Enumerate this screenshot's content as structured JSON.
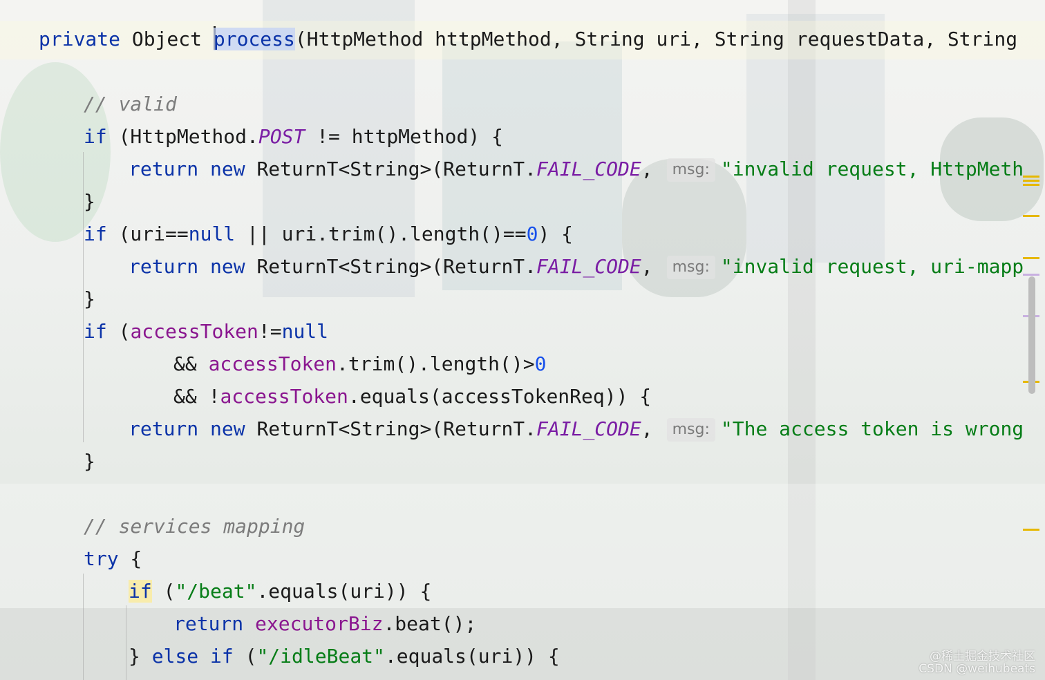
{
  "editor": {
    "lines": [
      {
        "indent": 0,
        "tokens": [
          {
            "t": "private ",
            "c": "kw"
          },
          {
            "t": "Object ",
            "c": ""
          },
          {
            "t": "process",
            "c": "fn hl-proc",
            "caret": true
          },
          {
            "t": "(HttpMethod httpMethod, String uri, String requestData, String acce",
            "c": ""
          }
        ]
      },
      {
        "indent": 0,
        "tokens": []
      },
      {
        "indent": 1,
        "tokens": [
          {
            "t": "// valid",
            "c": "cm"
          }
        ]
      },
      {
        "indent": 1,
        "tokens": [
          {
            "t": "if",
            "c": "kw"
          },
          {
            "t": " (HttpMethod.",
            "c": ""
          },
          {
            "t": "POST",
            "c": "cs"
          },
          {
            "t": " != httpMethod) {",
            "c": ""
          }
        ]
      },
      {
        "indent": 2,
        "tokens": [
          {
            "t": "return new ",
            "c": "kw"
          },
          {
            "t": "ReturnT<String>(ReturnT.",
            "c": ""
          },
          {
            "t": "FAIL_CODE",
            "c": "cs"
          },
          {
            "t": ",",
            "c": ""
          },
          {
            "t": "msg:",
            "c": "hint"
          },
          {
            "t": "\"invalid request, HttpMethod n",
            "c": "st"
          }
        ]
      },
      {
        "indent": 1,
        "tokens": [
          {
            "t": "}",
            "c": ""
          }
        ]
      },
      {
        "indent": 1,
        "tokens": [
          {
            "t": "if",
            "c": "kw"
          },
          {
            "t": " (uri==",
            "c": ""
          },
          {
            "t": "null",
            "c": "kw"
          },
          {
            "t": " || uri.trim().length()==",
            "c": ""
          },
          {
            "t": "0",
            "c": "nm"
          },
          {
            "t": ") {",
            "c": ""
          }
        ]
      },
      {
        "indent": 2,
        "tokens": [
          {
            "t": "return new ",
            "c": "kw"
          },
          {
            "t": "ReturnT<String>(ReturnT.",
            "c": ""
          },
          {
            "t": "FAIL_CODE",
            "c": "cs"
          },
          {
            "t": ",",
            "c": ""
          },
          {
            "t": "msg:",
            "c": "hint"
          },
          {
            "t": "\"invalid request, uri-mapping",
            "c": "st"
          }
        ]
      },
      {
        "indent": 1,
        "tokens": [
          {
            "t": "}",
            "c": ""
          }
        ]
      },
      {
        "indent": 1,
        "tokens": [
          {
            "t": "if",
            "c": "kw"
          },
          {
            "t": " (",
            "c": ""
          },
          {
            "t": "accessToken",
            "c": "fd"
          },
          {
            "t": "!=",
            "c": ""
          },
          {
            "t": "null",
            "c": "kw"
          }
        ]
      },
      {
        "indent": 3,
        "tokens": [
          {
            "t": "&& ",
            "c": ""
          },
          {
            "t": "accessToken",
            "c": "fd"
          },
          {
            "t": ".trim().length()>",
            "c": ""
          },
          {
            "t": "0",
            "c": "nm"
          }
        ]
      },
      {
        "indent": 3,
        "tokens": [
          {
            "t": "&& !",
            "c": ""
          },
          {
            "t": "accessToken",
            "c": "fd"
          },
          {
            "t": ".equals(accessTokenReq)) {",
            "c": ""
          }
        ]
      },
      {
        "indent": 2,
        "tokens": [
          {
            "t": "return new ",
            "c": "kw"
          },
          {
            "t": "ReturnT<String>(ReturnT.",
            "c": ""
          },
          {
            "t": "FAIL_CODE",
            "c": "cs"
          },
          {
            "t": ",",
            "c": ""
          },
          {
            "t": "msg:",
            "c": "hint"
          },
          {
            "t": "\"The access token is wrong.\"",
            "c": "st"
          },
          {
            "t": ");",
            "c": ""
          }
        ]
      },
      {
        "indent": 1,
        "tokens": [
          {
            "t": "}",
            "c": ""
          }
        ]
      },
      {
        "indent": 0,
        "tokens": []
      },
      {
        "indent": 1,
        "tokens": [
          {
            "t": "// services mapping",
            "c": "cm"
          }
        ]
      },
      {
        "indent": 1,
        "tokens": [
          {
            "t": "try",
            "c": "kw"
          },
          {
            "t": " {",
            "c": ""
          }
        ]
      },
      {
        "indent": 2,
        "tokens": [
          {
            "t": "if",
            "c": "kw hl-if"
          },
          {
            "t": " (",
            "c": ""
          },
          {
            "t": "\"/beat\"",
            "c": "st"
          },
          {
            "t": ".equals(uri)) {",
            "c": ""
          }
        ]
      },
      {
        "indent": 3,
        "tokens": [
          {
            "t": "return ",
            "c": "kw"
          },
          {
            "t": "executorBiz",
            "c": "fd"
          },
          {
            "t": ".beat();",
            "c": ""
          }
        ]
      },
      {
        "indent": 2,
        "tokens": [
          {
            "t": "} ",
            "c": ""
          },
          {
            "t": "else if",
            "c": "kw"
          },
          {
            "t": " (",
            "c": ""
          },
          {
            "t": "\"/idleBeat\"",
            "c": "st"
          },
          {
            "t": ".equals(uri)) {",
            "c": ""
          }
        ]
      }
    ]
  },
  "watermark": {
    "line1": "@稀土掘金技术社区",
    "line2": "CSDN @weihubeats"
  },
  "colors": {
    "keyword": "#0b33a8",
    "string": "#067d17",
    "constant": "#7a1da4",
    "field": "#8a168f",
    "number": "#1750eb",
    "comment": "#7c7c7c"
  }
}
